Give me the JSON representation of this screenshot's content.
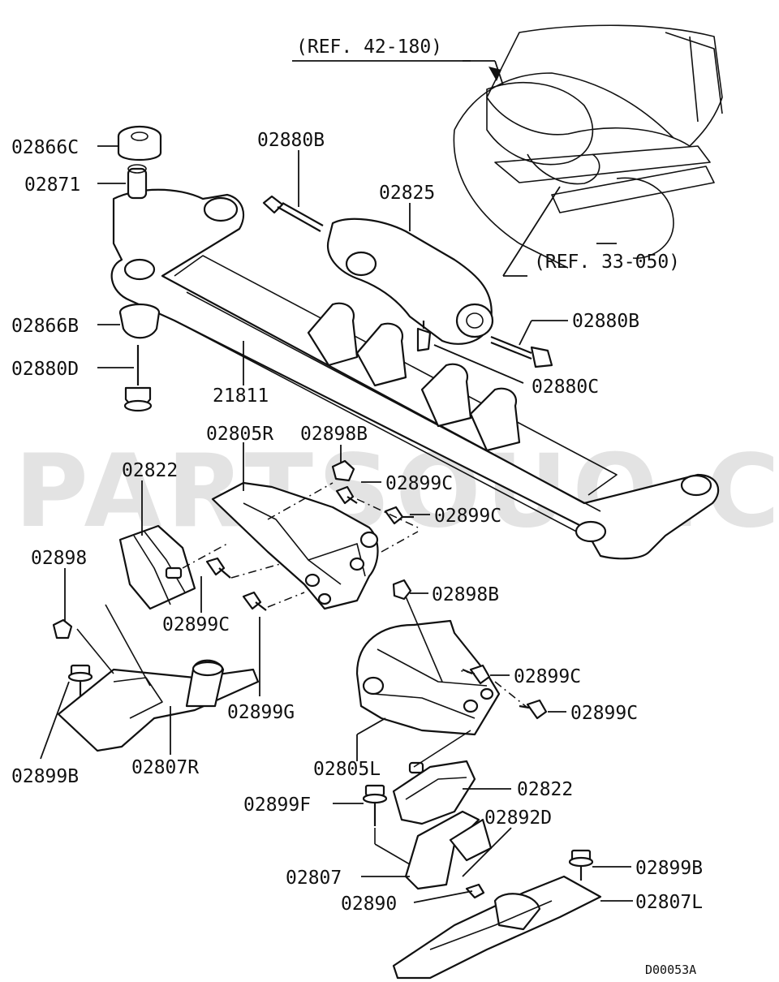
{
  "watermark": "PARTSOUQ.COM",
  "diagram_code": "D00053A",
  "references": {
    "ref_top": "(REF. 42-180)",
    "ref_mid": "(REF. 33-050)"
  },
  "callouts": {
    "p02866c": "02866C",
    "p02871": "02871",
    "p02880b_top": "02880B",
    "p02825": "02825",
    "p02866b": "02866B",
    "p02880d": "02880D",
    "p02880b_right": "02880B",
    "p02880c": "02880C",
    "p21811": "21811",
    "p02805r": "02805R",
    "p02898b_top": "02898B",
    "p02822_left": "02822",
    "p02899c_a": "02899C",
    "p02899c_b": "02899C",
    "p02898": "02898",
    "p02899c_c": "02899C",
    "p02898b_mid": "02898B",
    "p02899c_d": "02899C",
    "p02899g": "02899G",
    "p02899c_e": "02899C",
    "p02899b_left": "02899B",
    "p02807r": "02807R",
    "p02805l": "02805L",
    "p02822_right": "02822",
    "p02899f": "02899F",
    "p02892d": "02892D",
    "p02807": "02807",
    "p02899b_right": "02899B",
    "p02890": "02890",
    "p02807l": "02807L"
  }
}
